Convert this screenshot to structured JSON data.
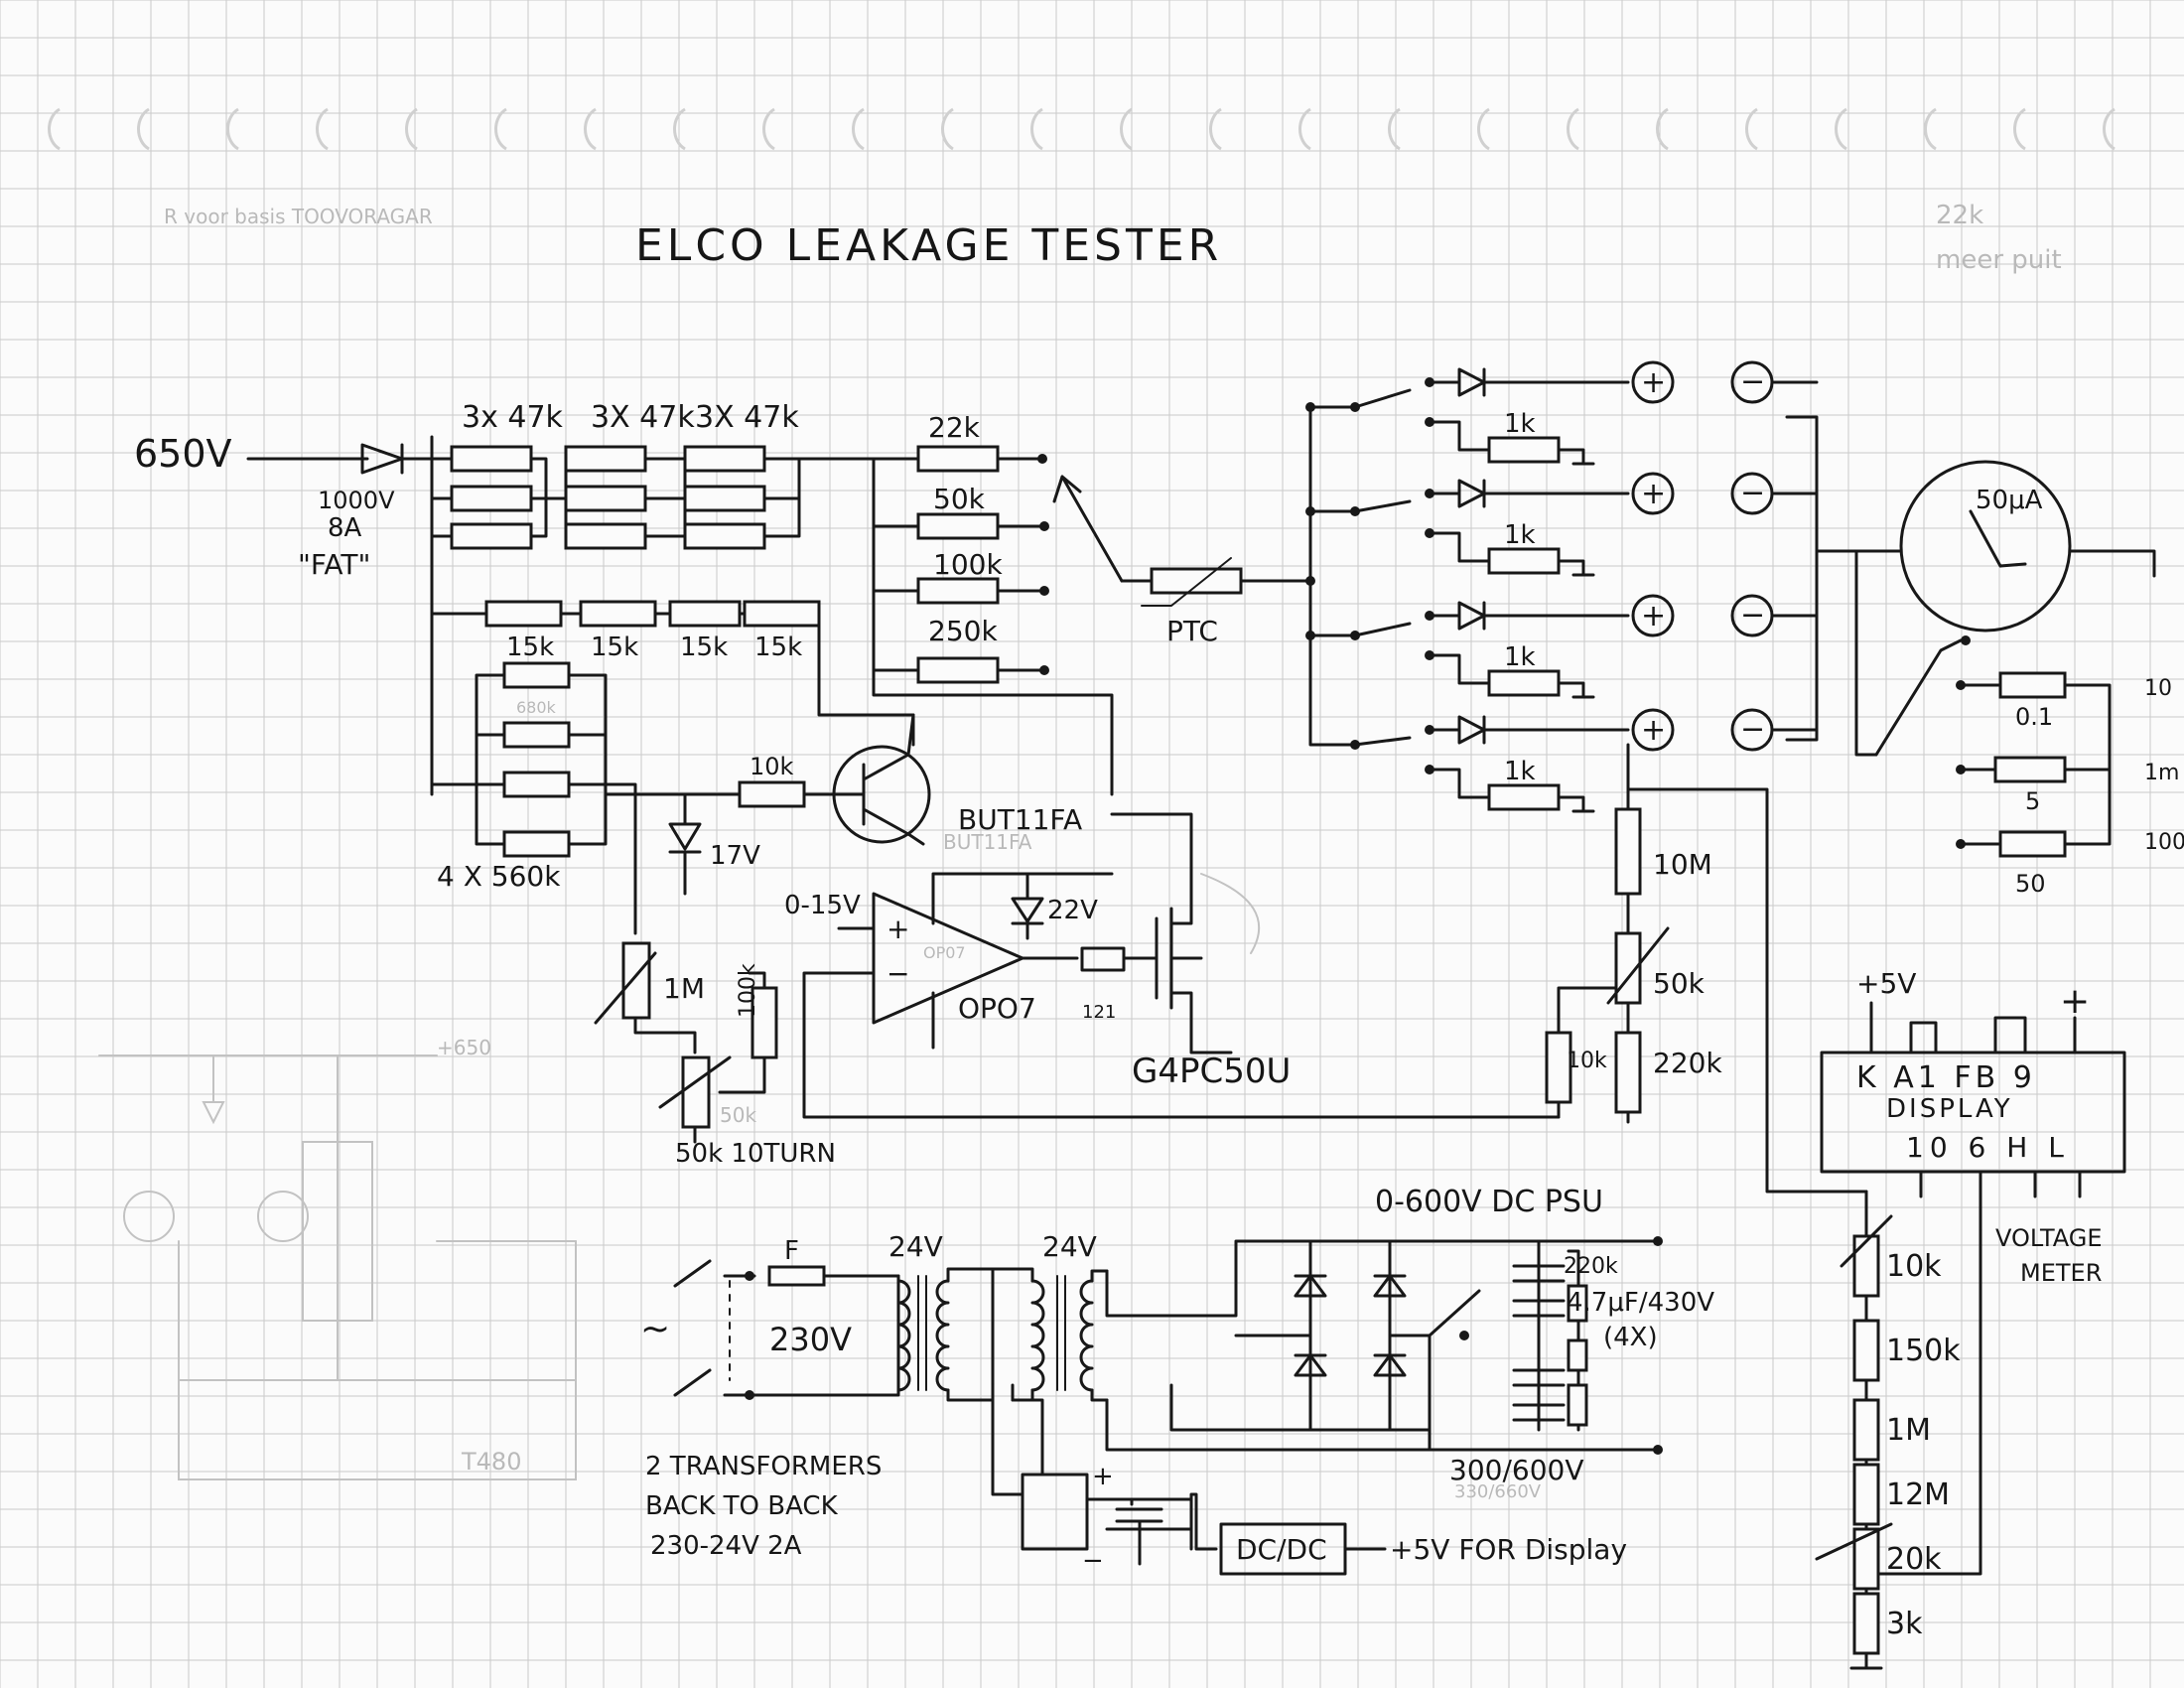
{
  "title": "ELCO LEAKAGE TESTER",
  "pencil_notes": {
    "top_left": "R voor basis TOOVORAGAR",
    "top_right": "22k",
    "top_right_2": "meer puit",
    "psu_sketch_voltage": "+650",
    "psu_sketch_label": "T480"
  },
  "input": {
    "voltage": "650V",
    "diode_rating_1": "1000V",
    "diode_rating_2": "8A",
    "diode_rating_3": "\"FAT\""
  },
  "series_resistors": {
    "group1": "3x 47k",
    "group2": "3X 47k",
    "group3": "3X 47k"
  },
  "divider_resistors": [
    "15k",
    "15k",
    "15k",
    "15k"
  ],
  "base_resistors": {
    "value": "4 X 560k",
    "pencil_value": "680k"
  },
  "range_resistors": [
    "22k",
    "50k",
    "100k",
    "250k"
  ],
  "ptc_label": "PTC",
  "transistor_label": "BUT11FA",
  "transistor_pencil_label": "BUT11FA",
  "zener_1": "17V",
  "zener_2": "22V",
  "opamp": {
    "supply": "0-15V",
    "label": "OPO7",
    "inner_label": "OP07"
  },
  "box_label": "121",
  "mosfet_label": "G4PC50U",
  "pots": {
    "p1m": "1M",
    "p100k": "100k",
    "p50k_10turn": "50k 10TURN",
    "p50k_pencil": "50k"
  },
  "sense_chain": [
    "10M",
    "50k",
    "10k",
    "220k"
  ],
  "test_outputs": {
    "resistor_value": "1k",
    "plus_symbol": "+",
    "minus_symbol": "−"
  },
  "meter": {
    "label": "50μA"
  },
  "shunts": [
    "0.1",
    "5",
    "50"
  ],
  "shunt_range_labels": [
    "10",
    "1m",
    "100"
  ],
  "display": {
    "plus_5v": "+5V",
    "plus_sign": "+",
    "top_pins": "K A1 FB 9",
    "name": "DISPLAY",
    "bottom_pins": "10 6 H L",
    "caption": "VOLTAGE METER"
  },
  "voltage_divider": [
    "10k",
    "150k",
    "1M",
    "12M",
    "20k",
    "3k"
  ],
  "psu": {
    "title": "0-600V DC PSU",
    "fuse": "F",
    "mains": "230V",
    "tilde": "~",
    "sec1": "24V",
    "sec2": "24V",
    "cap_resistor": "220k",
    "caps": "4.7μF/430V",
    "caps_count": "(4X)",
    "output": "300/600V",
    "output_pencil": "330/660V",
    "transformer_note_1": "2 TRANSFORMERS",
    "transformer_note_2": "BACK TO BACK",
    "transformer_note_3": "230-24V 2A",
    "dcdc": "DC/DC",
    "dcdc_out": "+5V FOR Display",
    "bridge_plus": "+",
    "bridge_minus": "−"
  }
}
